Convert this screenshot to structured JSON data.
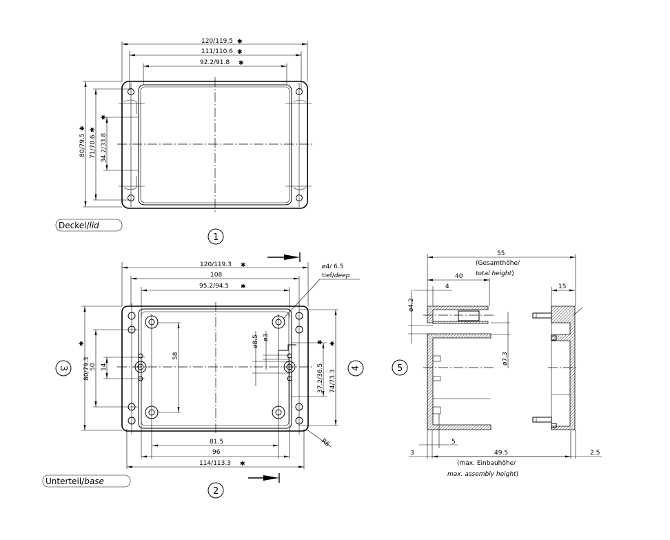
{
  "lid": {
    "label_de": "Deckel/",
    "label_en": "lid",
    "view_number": "1",
    "dims": {
      "width_outer": "120/119.5",
      "width_holes": "111/110.6",
      "width_inner": "92.2/91.8",
      "height_outer": "80/79.5",
      "height_holes": "71/70.6",
      "height_inner": "34.2/33.8"
    },
    "star": "✱"
  },
  "base": {
    "label_de": "Unterteil/",
    "label_en": "base",
    "view_numbers": [
      "2",
      "3",
      "4"
    ],
    "dims": {
      "width_outer": "120/119.3",
      "width_108": "108",
      "width_inner": "95.2/94.5",
      "width_81_5": "81.5",
      "width_96": "96",
      "width_bottom": "114/113.3",
      "height_outer": "80/79.3",
      "height_50": "50",
      "height_14": "14",
      "height_58": "58",
      "height_37": "37.2/36.5",
      "height_74": "74/73.3",
      "dia_8_5": "ø8.5",
      "dia_3": "ø3",
      "radius": "R6",
      "hole_note_1": "ø4/ 6.5",
      "hole_note_2_de": "tief/",
      "hole_note_2_en": "deep"
    },
    "star": "✱"
  },
  "section": {
    "view_number": "5",
    "dims": {
      "total": "55",
      "total_note_de": "(Gesamthöhe/",
      "total_note_en": "total height",
      "total_note_close": ")",
      "d40": "40",
      "d4": "4",
      "dia_4_2": "ø4.2",
      "d15": "15",
      "dia_7_3": "ø7.3",
      "d5": "5",
      "d3": "3",
      "d49_5": "49.5",
      "d2_5": "2.5",
      "assembly_note_de": "(max. Einbauhöhe/",
      "assembly_note_en": "max. assembly height",
      "assembly_note_close": ")"
    }
  }
}
